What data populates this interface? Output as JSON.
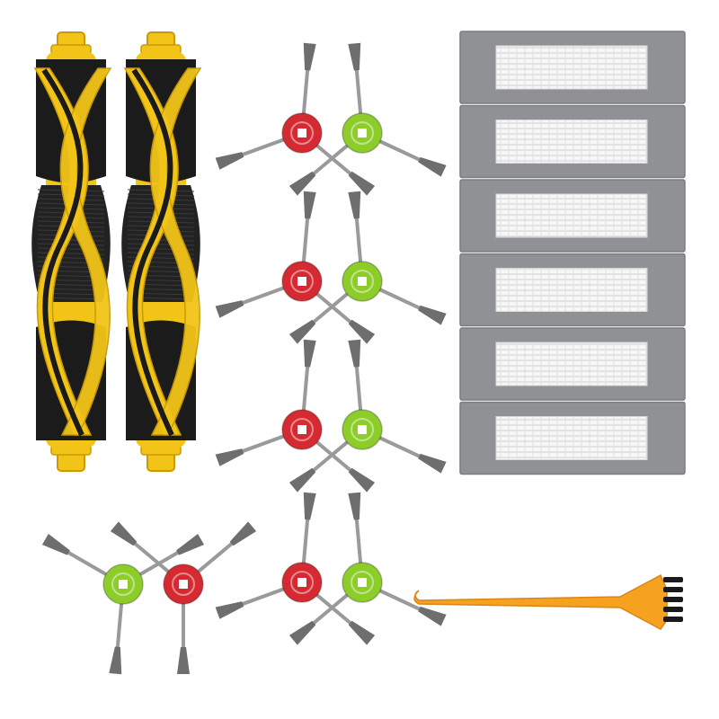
{
  "scene": {
    "background": "#ffffff",
    "colors": {
      "roller_black": "#1b1b1b",
      "roller_yellow": "#f2c418",
      "roller_yellow_dark": "#c99a05",
      "hub_red": "#d52a32",
      "hub_green": "#8ccd2a",
      "arm_gray": "#9a9a9a",
      "bristle_gray": "#6e6e6e",
      "filter_frame": "#8f9194",
      "filter_media": "#f7f7f7",
      "filter_pleat": "#c9c9c9",
      "tool_orange": "#f6a21e",
      "tool_bristle": "#1a1a1a"
    },
    "items": {
      "main_brush_rollers": 2,
      "side_brushes_red": 5,
      "side_brushes_green": 5,
      "hepa_filters": 6,
      "cleaning_tool": 1
    }
  }
}
